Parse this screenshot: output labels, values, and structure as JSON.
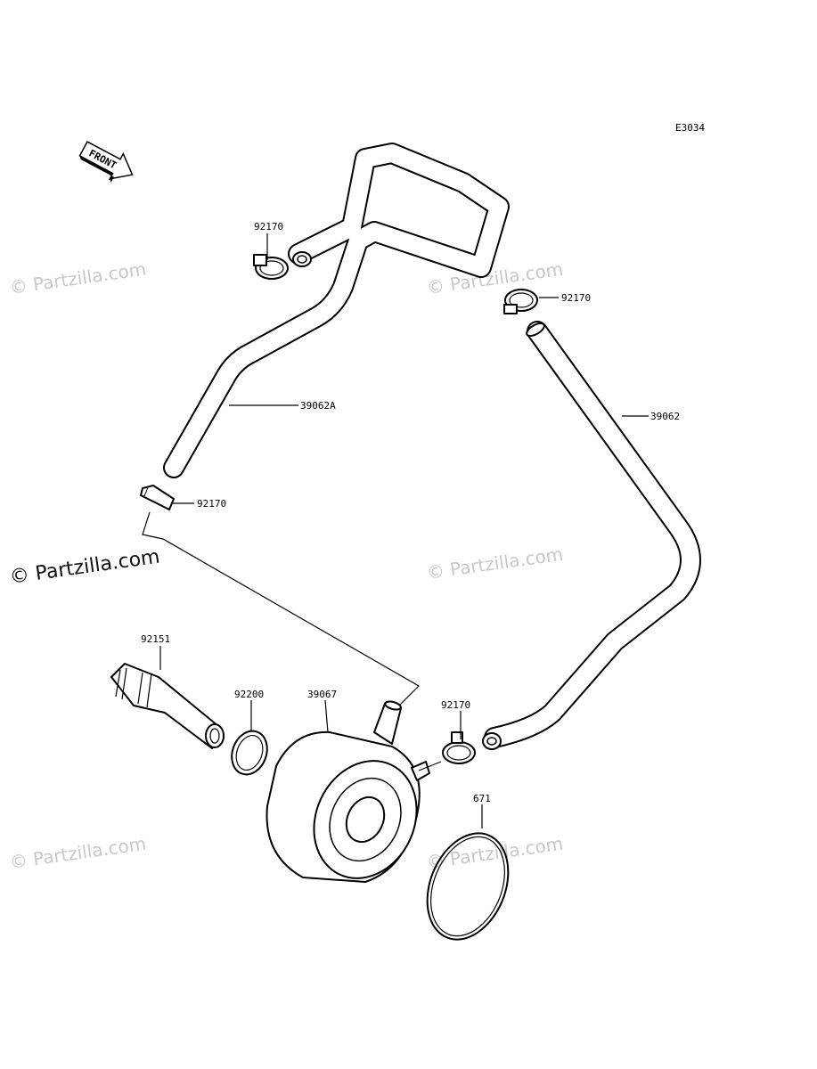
{
  "diagram_code": "E3034",
  "front_label": "FRONT",
  "watermark": "© Partzilla.com",
  "parts": {
    "clamp_top_left": "92170",
    "clamp_top_right": "92170",
    "hose_left": "39062A",
    "hose_right": "39062",
    "clamp_fitting": "92170",
    "fitting": "92151",
    "oring_small": "92200",
    "oil_cooler": "39067",
    "clamp_lower": "92170",
    "oring_large": "671"
  }
}
